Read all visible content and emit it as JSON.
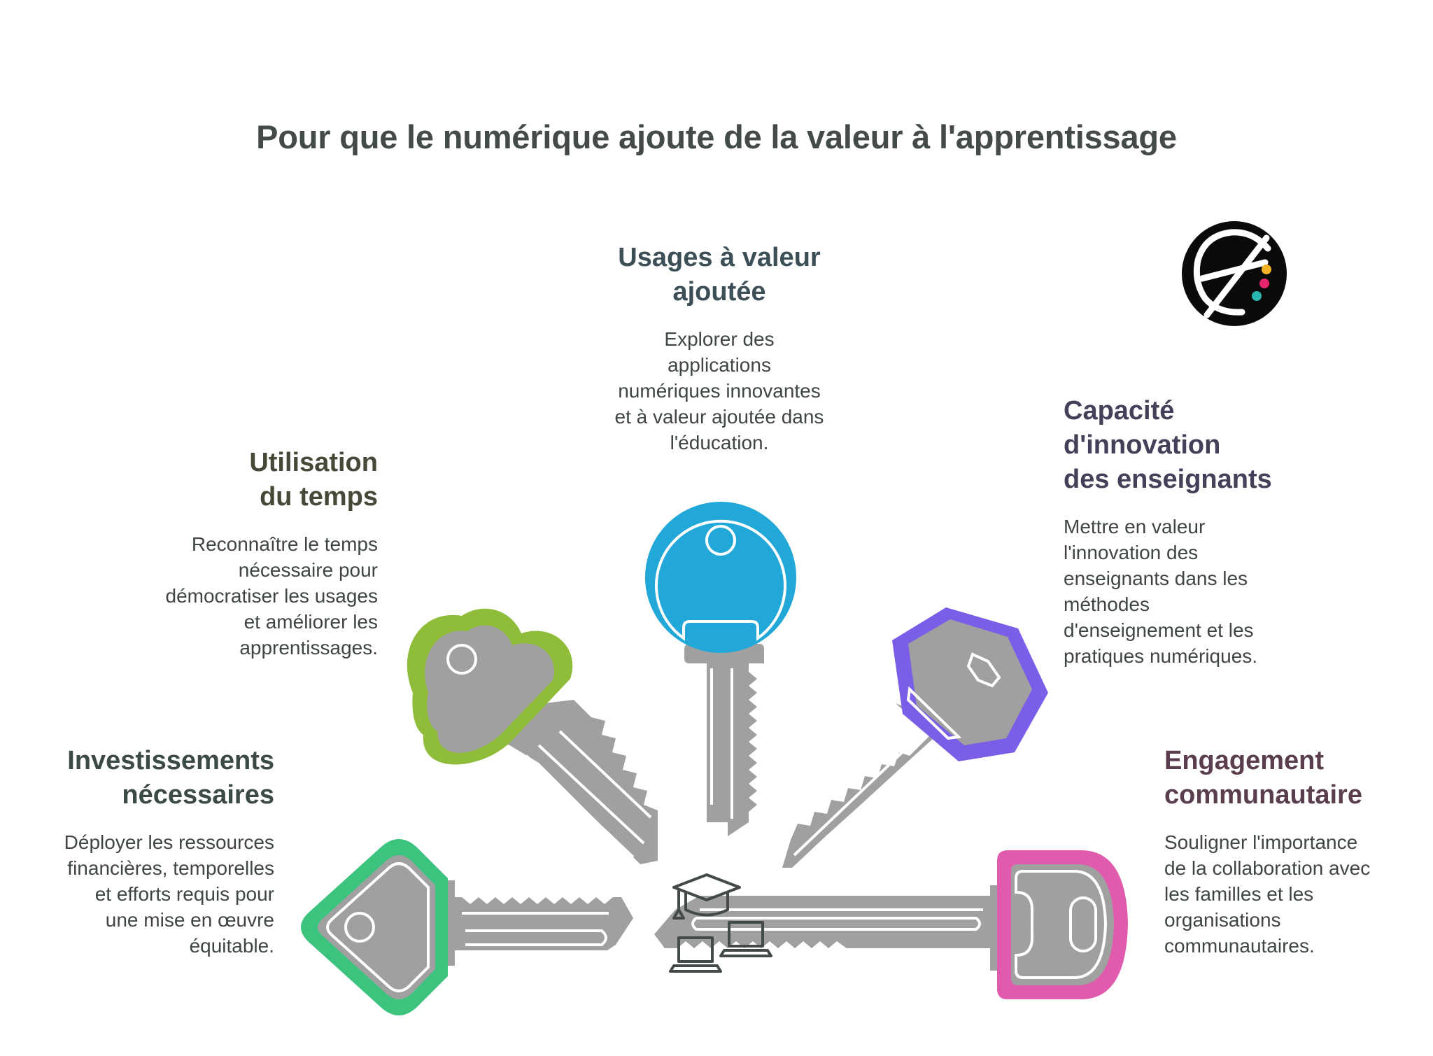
{
  "title": "Pour que le numérique ajoute de la valeur à l'apprentissage",
  "keys": [
    {
      "id": "usages",
      "title_lines": [
        "Usages à valeur",
        "ajoutée"
      ],
      "text_lines": [
        "Explorer des",
        "applications",
        "numériques innovantes",
        "et à valeur ajoutée dans",
        "l'éducation."
      ],
      "color": "#22a8d8",
      "title_color": "#3c4f57"
    },
    {
      "id": "temps",
      "title_lines": [
        "Utilisation",
        "du temps"
      ],
      "text_lines": [
        "Reconnaître le temps",
        "nécessaire pour",
        "démocratiser les usages",
        "et améliorer les",
        "apprentissages."
      ],
      "color": "#8fbd3a",
      "title_color": "#454a38"
    },
    {
      "id": "innovation",
      "title_lines": [
        "Capacité",
        "d'innovation",
        "des enseignants"
      ],
      "text_lines": [
        "Mettre en valeur",
        "l'innovation des",
        "enseignants dans les",
        "méthodes",
        "d'enseignement et les",
        "pratiques numériques."
      ],
      "color": "#7b5ee8",
      "title_color": "#43405a"
    },
    {
      "id": "investissements",
      "title_lines": [
        "Investissements",
        "nécessaires"
      ],
      "text_lines": [
        "Déployer les ressources",
        "financières, temporelles",
        "et efforts requis pour",
        "une mise en œuvre",
        "équitable."
      ],
      "color": "#3cc47f",
      "title_color": "#3c4a45"
    },
    {
      "id": "engagement",
      "title_lines": [
        "Engagement",
        "communautaire"
      ],
      "text_lines": [
        "Souligner l'importance",
        "de la collaboration avec",
        "les familles et les",
        "organisations",
        "communautaires."
      ],
      "color": "#e05aae",
      "title_color": "#5a3e4e"
    }
  ],
  "key_shaft_color": "#a0a0a0",
  "center_icon": "graduation-cap-laptops-icon",
  "logo": {
    "icon": "e-logo-icon",
    "dot_colors": [
      "#f4b324",
      "#e8266f",
      "#28b5b0"
    ]
  }
}
